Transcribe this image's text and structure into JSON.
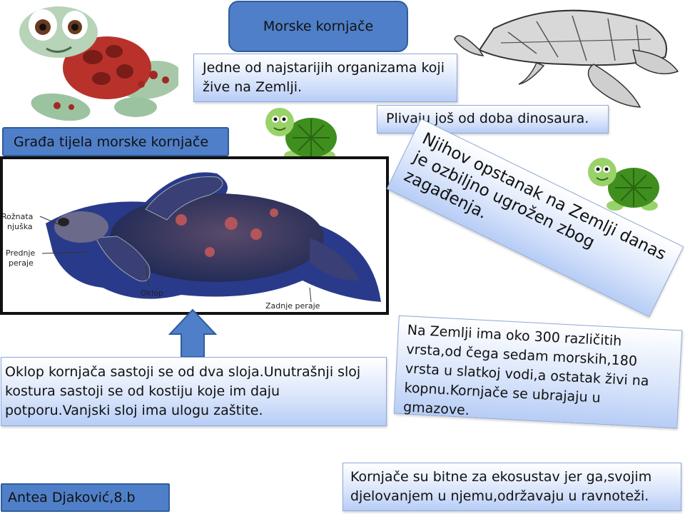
{
  "title": "Morske kornjače",
  "boxes": {
    "oldest": "Jedne od najstarijih organizama koji žive na Zemlji.",
    "dinosaurs": "Plivaju još od doba dinosaura.",
    "anatomy_heading": "Građa tijela morske kornjače",
    "survival": "Njihov opstanak na Zemlji danas je ozbiljno ugrožen zbog zagađenja.",
    "species": "Na Zemlji ima oko 300 različitih vrsta,od čega sedam morskih,180 vrsta u slatkoj vodi,a ostatak živi na kopnu.Kornjače se ubrajaju u gmazove.",
    "shell": "Oklop kornjača sastoji se od dva sloja.Unutrašnji sloj kostura sastoji se od kostiju koje im daju potporu.Vanjski sloj ima ulogu zaštite.",
    "ecosystem": "Kornjače su bitne za ekosustav jer ga,svojim djelovanjem u njemu,održavaju u ravnoteži.",
    "author": "Antea Djaković,8.b"
  },
  "diagram_labels": {
    "snout_line1": "Rožnata",
    "snout_line2": "njuška",
    "front_line1": "Prednje",
    "front_line2": "peraje",
    "shell": "Oklop",
    "back": "Zadnje peraje"
  },
  "colors": {
    "dark_box": "#4f7fc8",
    "light_box": "#dbe6fb",
    "turtle_green": "#3f8f1f"
  }
}
